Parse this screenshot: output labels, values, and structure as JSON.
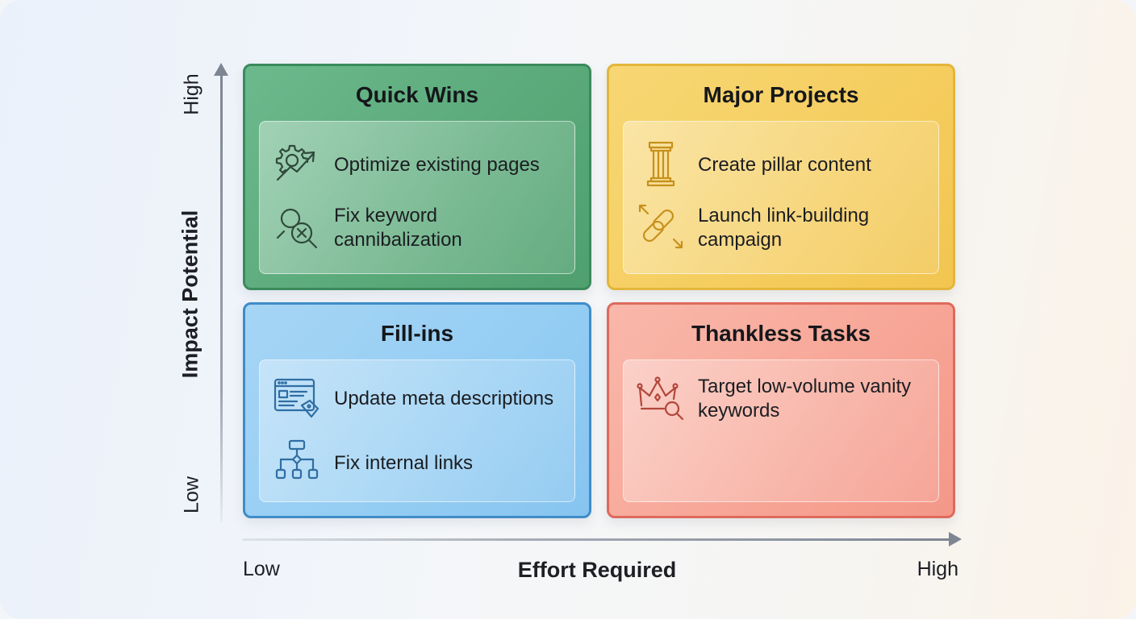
{
  "axes": {
    "y_title": "Impact Potential",
    "y_high": "High",
    "y_low": "Low",
    "x_title": "Effort Required",
    "x_low": "Low",
    "x_high": "High"
  },
  "quadrants": {
    "quick_wins": {
      "title": "Quick Wins",
      "color": "#5aa979",
      "items": [
        {
          "icon": "gear-growth-arrow-icon",
          "label": "Optimize existing pages"
        },
        {
          "icon": "magnifier-x-icon",
          "label": "Fix keyword cannibalization"
        }
      ]
    },
    "major_projects": {
      "title": "Major Projects",
      "color": "#f5cd5e",
      "items": [
        {
          "icon": "pillar-icon",
          "label": "Create pillar content"
        },
        {
          "icon": "chain-link-icon",
          "label": "Launch link-building campaign"
        }
      ]
    },
    "fill_ins": {
      "title": "Fill-ins",
      "color": "#94cdf3",
      "items": [
        {
          "icon": "browser-tag-icon",
          "label": "Update meta descriptions"
        },
        {
          "icon": "sitemap-icon",
          "label": "Fix internal links"
        }
      ]
    },
    "thankless_tasks": {
      "title": "Thankless Tasks",
      "color": "#f7a596",
      "items": [
        {
          "icon": "crown-search-icon",
          "label": "Target low-volume vanity keywords"
        }
      ]
    }
  }
}
